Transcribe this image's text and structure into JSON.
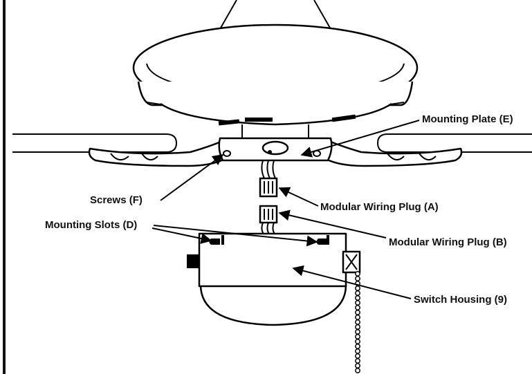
{
  "labels": {
    "mounting_plate": "Mounting Plate (E)",
    "screws": "Screws (F)",
    "plug_a": "Modular Wiring Plug (A)",
    "mounting_slots": "Mounting Slots (D)",
    "plug_b": "Modular Wiring Plug (B)",
    "switch_housing": "Switch Housing (9)"
  }
}
